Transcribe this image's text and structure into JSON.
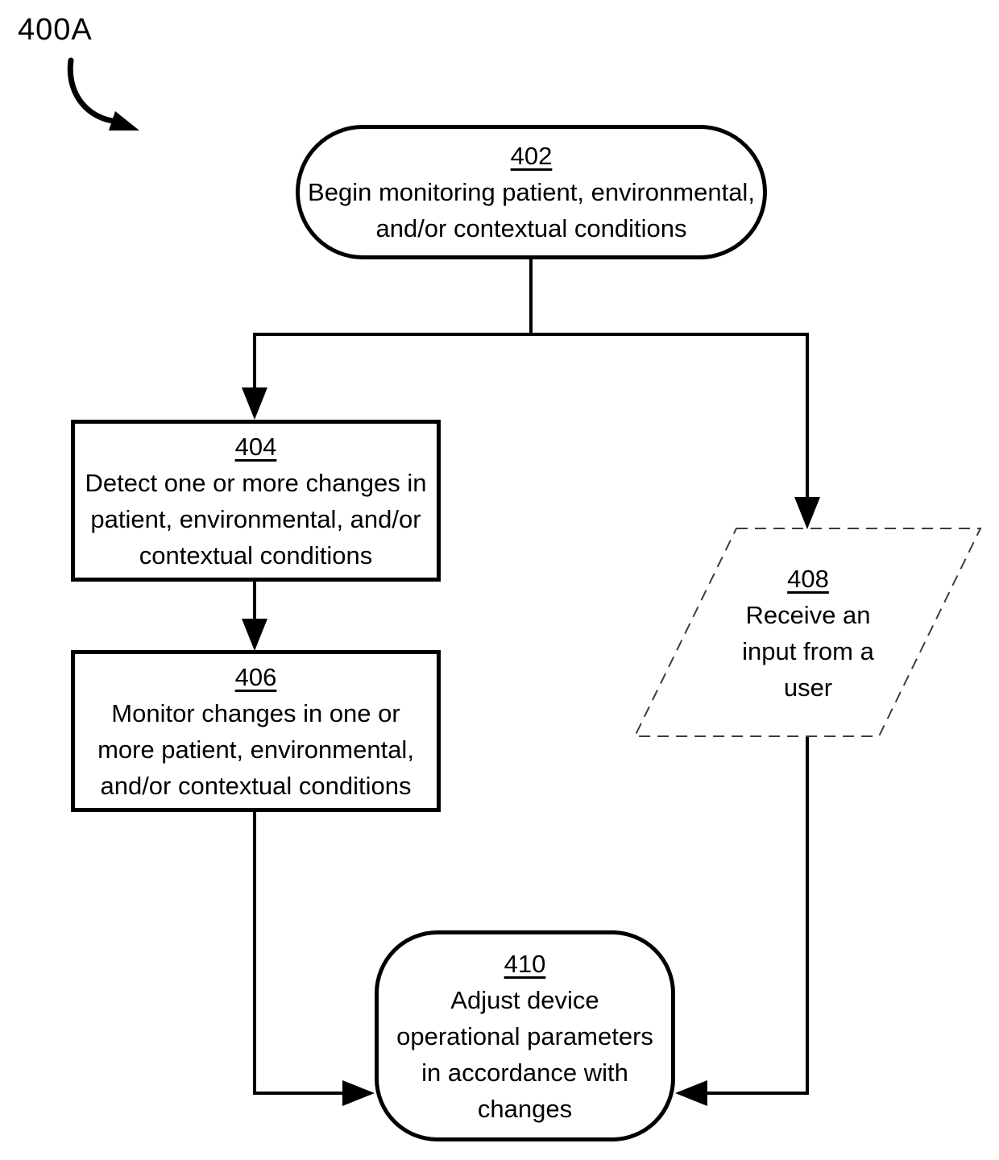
{
  "figure": {
    "label": "400A"
  },
  "nodes": {
    "n402": {
      "id": "402",
      "text": "Begin monitoring patient, environmental,\nand/or contextual conditions",
      "shape": "stadium"
    },
    "n404": {
      "id": "404",
      "text": "Detect one or more changes in\npatient, environmental, and/or\ncontextual conditions",
      "shape": "rectangle"
    },
    "n406": {
      "id": "406",
      "text": "Monitor changes in one or\nmore patient, environmental,\nand/or contextual conditions",
      "shape": "rectangle"
    },
    "n408": {
      "id": "408",
      "text": "Receive an\ninput from a\nuser",
      "shape": "dashed-parallelogram"
    },
    "n410": {
      "id": "410",
      "text": "Adjust device\noperational parameters\nin accordance with\nchanges",
      "shape": "rounded-rectangle"
    }
  },
  "edges": [
    "402 -> 404",
    "402 -> 408",
    "404 -> 406",
    "406 -> 410",
    "408 -> 410"
  ],
  "colors": {
    "ink": "#000000",
    "background": "#ffffff",
    "dashed_border": "#3d3d3d"
  }
}
